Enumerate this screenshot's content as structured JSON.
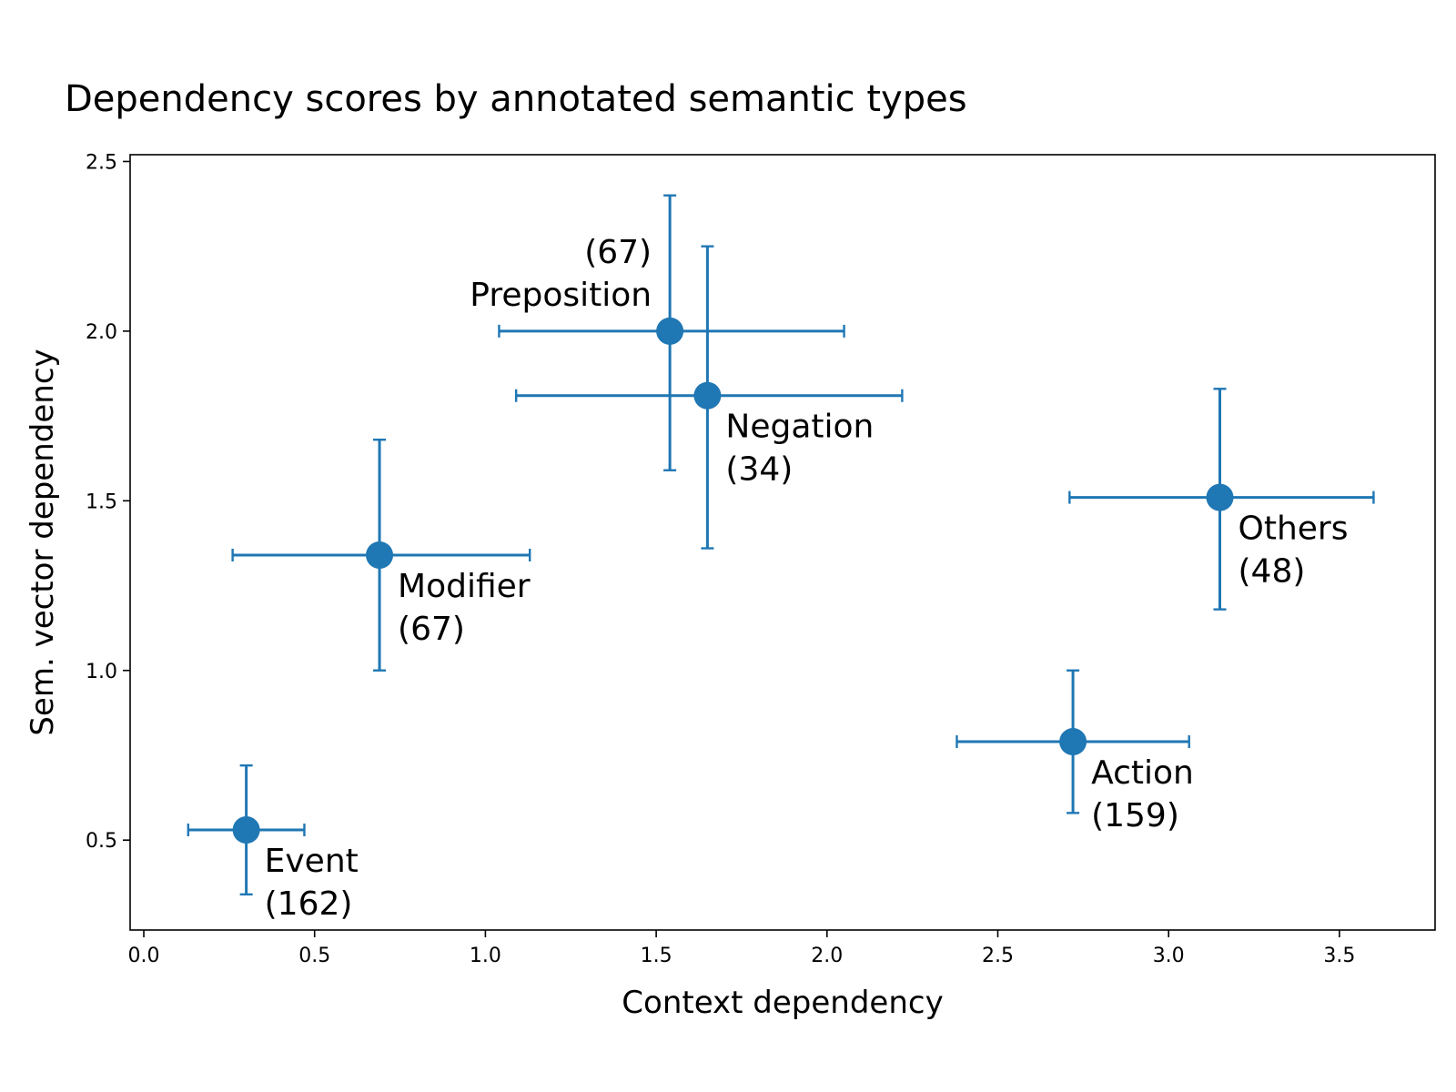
{
  "chart_data": {
    "type": "scatter",
    "title": "Dependency scores by annotated semantic types",
    "xlabel": "Context dependency",
    "ylabel": "Sem. vector dependency",
    "xlim": [
      -0.04,
      3.78
    ],
    "ylim": [
      0.235,
      2.52
    ],
    "xticks": [
      0.0,
      0.5,
      1.0,
      1.5,
      2.0,
      2.5,
      3.0,
      3.5
    ],
    "xtick_labels": [
      "0.0",
      "0.5",
      "1.0",
      "1.5",
      "2.0",
      "2.5",
      "3.0",
      "3.5"
    ],
    "yticks": [
      0.5,
      1.0,
      1.5,
      2.0,
      2.5
    ],
    "ytick_labels": [
      "0.5",
      "1.0",
      "1.5",
      "2.0",
      "2.5"
    ],
    "grid": false,
    "color": "#1f77b4",
    "points": [
      {
        "label": "Event",
        "count": "(162)",
        "x": 0.3,
        "y": 0.53,
        "x_err": [
          0.13,
          0.47
        ],
        "y_err": [
          0.34,
          0.72
        ],
        "label_position": "below-right"
      },
      {
        "label": "Modifier",
        "count": "(67)",
        "x": 0.69,
        "y": 1.34,
        "x_err": [
          0.26,
          1.13
        ],
        "y_err": [
          1.0,
          1.68
        ],
        "label_position": "below-right"
      },
      {
        "label": "Preposition",
        "count": "(67)",
        "x": 1.54,
        "y": 2.0,
        "x_err": [
          1.04,
          2.05
        ],
        "y_err": [
          1.59,
          2.4
        ],
        "label_position": "above-left"
      },
      {
        "label": "Negation",
        "count": "(34)",
        "x": 1.65,
        "y": 1.81,
        "x_err": [
          1.09,
          2.22
        ],
        "y_err": [
          1.36,
          2.25
        ],
        "label_position": "below-right"
      },
      {
        "label": "Action",
        "count": "(159)",
        "x": 2.72,
        "y": 0.79,
        "x_err": [
          2.38,
          3.06
        ],
        "y_err": [
          0.58,
          1.0
        ],
        "label_position": "below-right"
      },
      {
        "label": "Others",
        "count": "(48)",
        "x": 3.15,
        "y": 1.51,
        "x_err": [
          2.71,
          3.6
        ],
        "y_err": [
          1.18,
          1.83
        ],
        "label_position": "below-right"
      }
    ]
  }
}
